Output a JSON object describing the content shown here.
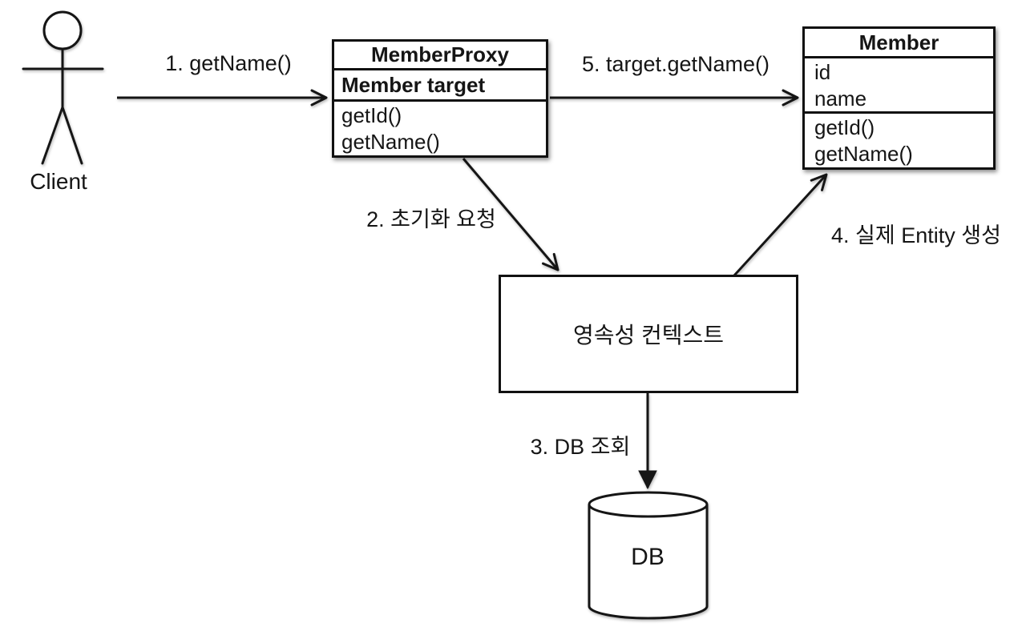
{
  "actor": {
    "label": "Client"
  },
  "classes": {
    "member_proxy": {
      "title": "MemberProxy",
      "attributes": [
        "Member target"
      ],
      "methods": [
        "getId()",
        "getName()"
      ]
    },
    "member": {
      "title": "Member",
      "attributes": [
        "id",
        "name"
      ],
      "methods": [
        "getId()",
        "getName()"
      ]
    }
  },
  "persistence_context": {
    "label": "영속성 컨텍스트"
  },
  "database": {
    "label": "DB"
  },
  "arrows": {
    "a1": {
      "label": "1. getName()"
    },
    "a2": {
      "label": "2. 초기화 요청"
    },
    "a3": {
      "label": "3. DB 조회"
    },
    "a4": {
      "label": "4. 실제 Entity 생성"
    },
    "a5": {
      "label": "5. target.getName()"
    }
  },
  "colors": {
    "line": "#151515",
    "background": "#ffffff"
  }
}
